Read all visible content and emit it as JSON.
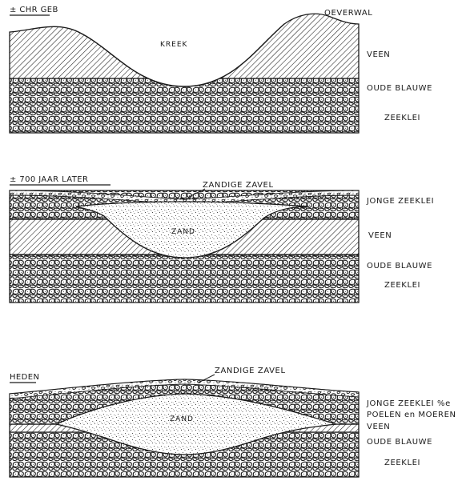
{
  "panels": [
    {
      "title": "± CHR GEB",
      "inner_labels": [
        "KREEK"
      ],
      "top_label": "OEVERWAL",
      "side_labels": [
        "VEEN",
        "OUDE BLAUWE",
        "ZEEKLEI"
      ]
    },
    {
      "title": "± 700 JAAR LATER",
      "inner_labels": [
        "ZANDIGE ZAVEL",
        "ZAND"
      ],
      "side_labels": [
        "JONGE ZEEKLEI",
        "VEEN",
        "OUDE BLAUWE",
        "ZEEKLEI"
      ]
    },
    {
      "title": "HEDEN",
      "inner_labels": [
        "ZANDIGE ZAVEL",
        "ZAND"
      ],
      "side_labels": [
        "JONGE ZEEKLEI %e",
        "POELEN en MOEREN",
        "VEEN",
        "OUDE BLAUWE",
        "ZEEKLEI"
      ]
    }
  ],
  "colors": {
    "ink": "#1a1a1a",
    "paper": "#ffffff"
  }
}
